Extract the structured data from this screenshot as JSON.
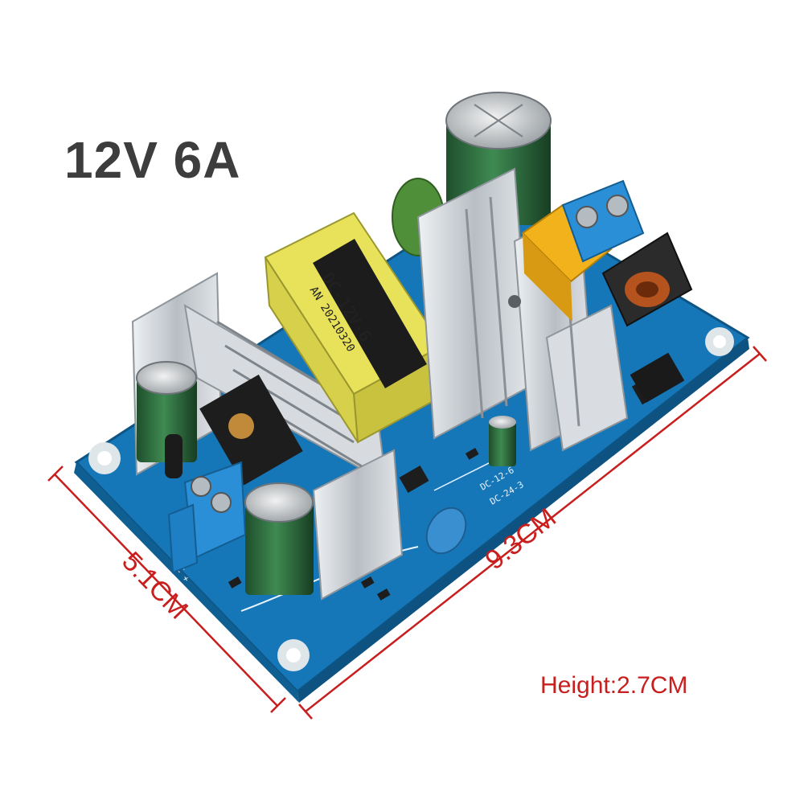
{
  "title": "12V 6A",
  "dimensions": {
    "length": "9.3CM",
    "width": "5.1CM",
    "height": "Height:2.7CM"
  },
  "board": {
    "transformer_line1": "DC-12V-6",
    "transformer_line2": "AN 20210320",
    "pcb_marking": "DC-12-6",
    "pcb_marking_2": "DC-24-3",
    "output_label": "- DC +"
  },
  "colors": {
    "pcb": "#1a7fc0",
    "heatsink": "#c9ced3",
    "transformer": "#e8e25a",
    "capacitor": "#2e6b3e",
    "dimension": "#c81e1e",
    "title": "#3d3d3d"
  }
}
